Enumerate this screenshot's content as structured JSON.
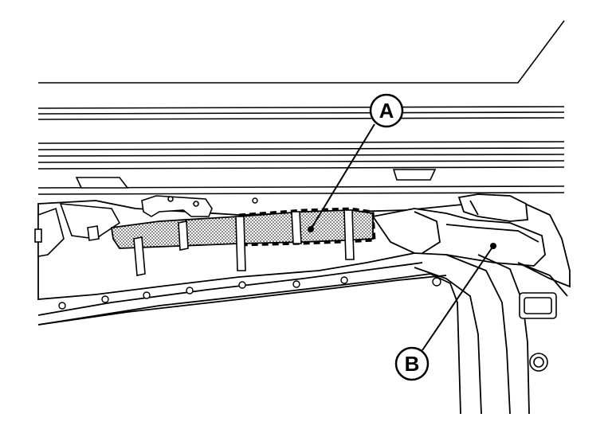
{
  "diagram": {
    "callouts": [
      {
        "id": "A",
        "label": "A"
      },
      {
        "id": "B",
        "label": "B"
      }
    ],
    "colors": {
      "line": "#000000",
      "background": "#ffffff",
      "hatch": "#000000"
    }
  }
}
